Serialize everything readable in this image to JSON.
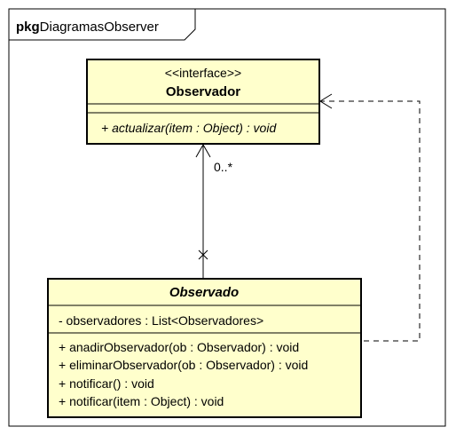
{
  "package": {
    "keyword": "pkg",
    "name": "DiagramasObserver"
  },
  "classes": {
    "observador": {
      "stereotype": "<<interface>>",
      "name": "Observador",
      "attributes": [],
      "operations": [
        "+ actualizar(item : Object) : void"
      ]
    },
    "observado": {
      "name": "Observado",
      "attributes": [
        "- observadores : List<Observadores>"
      ],
      "operations": [
        "+ anadirObservador(ob : Observador) : void",
        "+ eliminarObservador(ob : Observador) : void",
        "+ notificar() : void",
        "+ notificar(item : Object) : void"
      ]
    }
  },
  "relations": {
    "association_multiplicity": "0..*"
  },
  "colors": {
    "class_fill": "#FFFFCC",
    "line": "#000000",
    "frame": "#000000"
  }
}
